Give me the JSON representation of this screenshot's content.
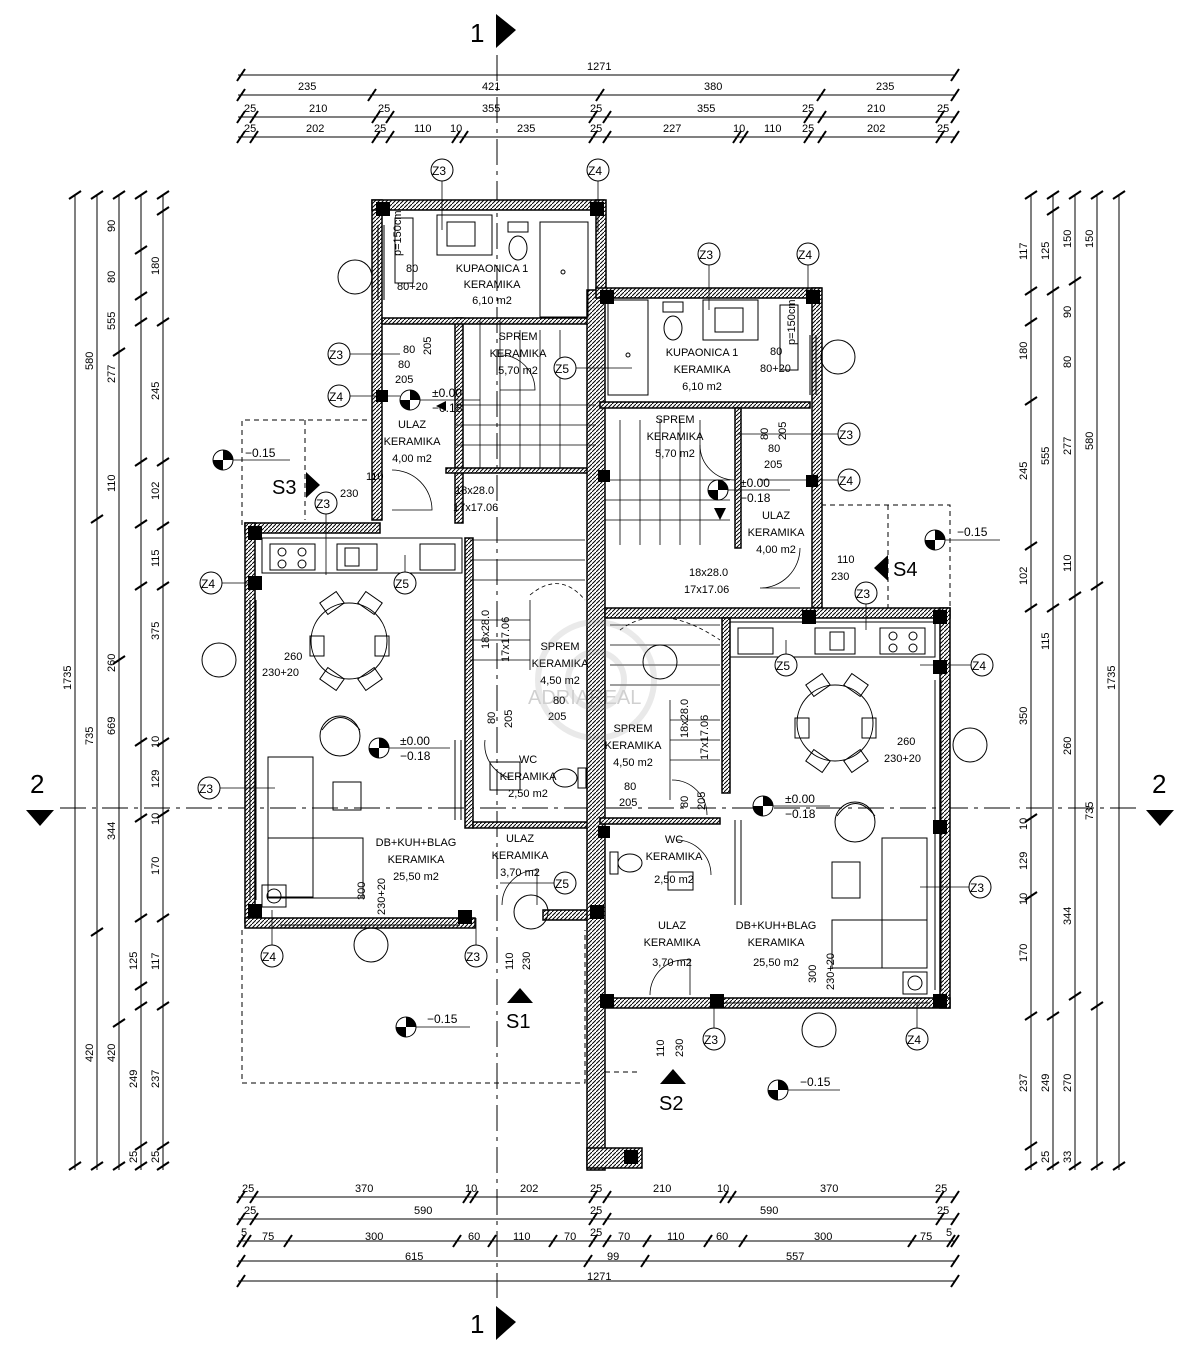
{
  "section_marks": {
    "s1_1": "1",
    "s1_2": "1",
    "s2_left": "2",
    "s2_right": "2",
    "s1": "S1",
    "s2": "S2",
    "s3": "S3",
    "s4": "S4"
  },
  "dims_top": {
    "total": "1271",
    "row1": [
      "235",
      "421",
      "380",
      "235"
    ],
    "row2": [
      "25",
      "210",
      "25",
      "355",
      "25",
      "355",
      "25",
      "210",
      "25"
    ],
    "row3": [
      "25",
      "202",
      "25",
      "110",
      "10",
      "235",
      "25",
      "227",
      "10",
      "110",
      "25",
      "202",
      "25"
    ]
  },
  "dims_bottom": {
    "row1": [
      "25",
      "370",
      "10",
      "202",
      "25",
      "210",
      "10",
      "370",
      "25"
    ],
    "row2": [
      "25",
      "590",
      "25",
      "590",
      "25"
    ],
    "row3": [
      "5",
      "75",
      "300",
      "60",
      "110",
      "70",
      "25",
      "70",
      "110",
      "60",
      "300",
      "75",
      "5"
    ],
    "row4": [
      "615",
      "99",
      "557"
    ],
    "total": "1271"
  },
  "dims_left": [
    "1735",
    "580",
    "735",
    "420",
    "277",
    "555",
    "669",
    "344",
    "420",
    "90",
    "80",
    "180",
    "245",
    "110",
    "102",
    "115",
    "375",
    "260",
    "10",
    "129",
    "10",
    "170",
    "125",
    "117",
    "249",
    "237",
    "25",
    "25"
  ],
  "dims_right": [
    "1735",
    "580",
    "735",
    "555",
    "277",
    "150",
    "150",
    "125",
    "117",
    "90",
    "80",
    "180",
    "245",
    "110",
    "102",
    "115",
    "350",
    "260",
    "10",
    "129",
    "10",
    "170",
    "344",
    "237",
    "249",
    "270",
    "25",
    "33"
  ],
  "axes": [
    "Z3",
    "Z4",
    "Z5"
  ],
  "rooms_left": [
    {
      "name": "KUPAONICA 1",
      "finish": "KERAMIKA",
      "area": "6,10 m2"
    },
    {
      "name": "SPREM",
      "finish": "KERAMIKA",
      "area": "5,70 m2"
    },
    {
      "name": "ULAZ",
      "finish": "KERAMIKA",
      "area": "4,00 m2"
    },
    {
      "name": "SPREM",
      "finish": "KERAMIKA",
      "area": "4,50 m2"
    },
    {
      "name": "WC",
      "finish": "KERAMIKA",
      "area": "2,50 m2"
    },
    {
      "name": "ULAZ",
      "finish": "KERAMIKA",
      "area": "3,70 m2"
    },
    {
      "name": "DB+KUH+BLAG",
      "finish": "KERAMIKA",
      "area": "25,50 m2"
    }
  ],
  "rooms_right": [
    {
      "name": "KUPAONICA 1",
      "finish": "KERAMIKA",
      "area": "6,10 m2"
    },
    {
      "name": "SPREM",
      "finish": "KERAMIKA",
      "area": "5,70 m2"
    },
    {
      "name": "ULAZ",
      "finish": "KERAMIKA",
      "area": "4,00 m2"
    },
    {
      "name": "SPREM",
      "finish": "KERAMIKA",
      "area": "4,50 m2"
    },
    {
      "name": "WC",
      "finish": "KERAMIKA",
      "area": "2,50 m2"
    },
    {
      "name": "ULAZ",
      "finish": "KERAMIKA",
      "area": "3,70 m2"
    },
    {
      "name": "DB+KUH+BLAG",
      "finish": "KERAMIKA",
      "area": "25,50 m2"
    }
  ],
  "levels": {
    "floor_pos": "±0.00",
    "floor_neg": "−0.18",
    "terrace": "−0.15",
    "entry": "±0.00",
    "entry_neg": "−0.18"
  },
  "openings": {
    "door_80": "80",
    "door_205": "205",
    "door_80_20": "80+20",
    "win_110": "110",
    "win_230": "230",
    "win_260": "260",
    "win_230_20": "230+20",
    "win_300": "300",
    "shower_note": "p=150cm"
  },
  "stairs": {
    "a": "18x28.0",
    "b": "17x17.06"
  },
  "watermark": "ADRIAREAL"
}
